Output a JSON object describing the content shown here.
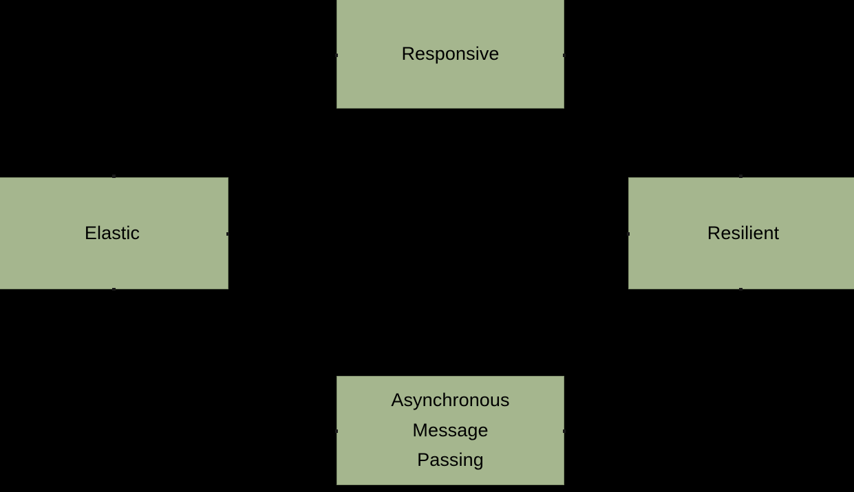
{
  "diagram": {
    "background_color": "#000000",
    "node_fill_color": "#a5b68e",
    "node_border_color": "#7f8f6b",
    "node_text_color": "#000000",
    "nodes": [
      {
        "id": "responsive",
        "label": "Responsive"
      },
      {
        "id": "elastic",
        "label": "Elastic"
      },
      {
        "id": "resilient",
        "label": "Resilient"
      },
      {
        "id": "async",
        "label": "Asynchronous\nMessage\nPassing"
      }
    ]
  }
}
